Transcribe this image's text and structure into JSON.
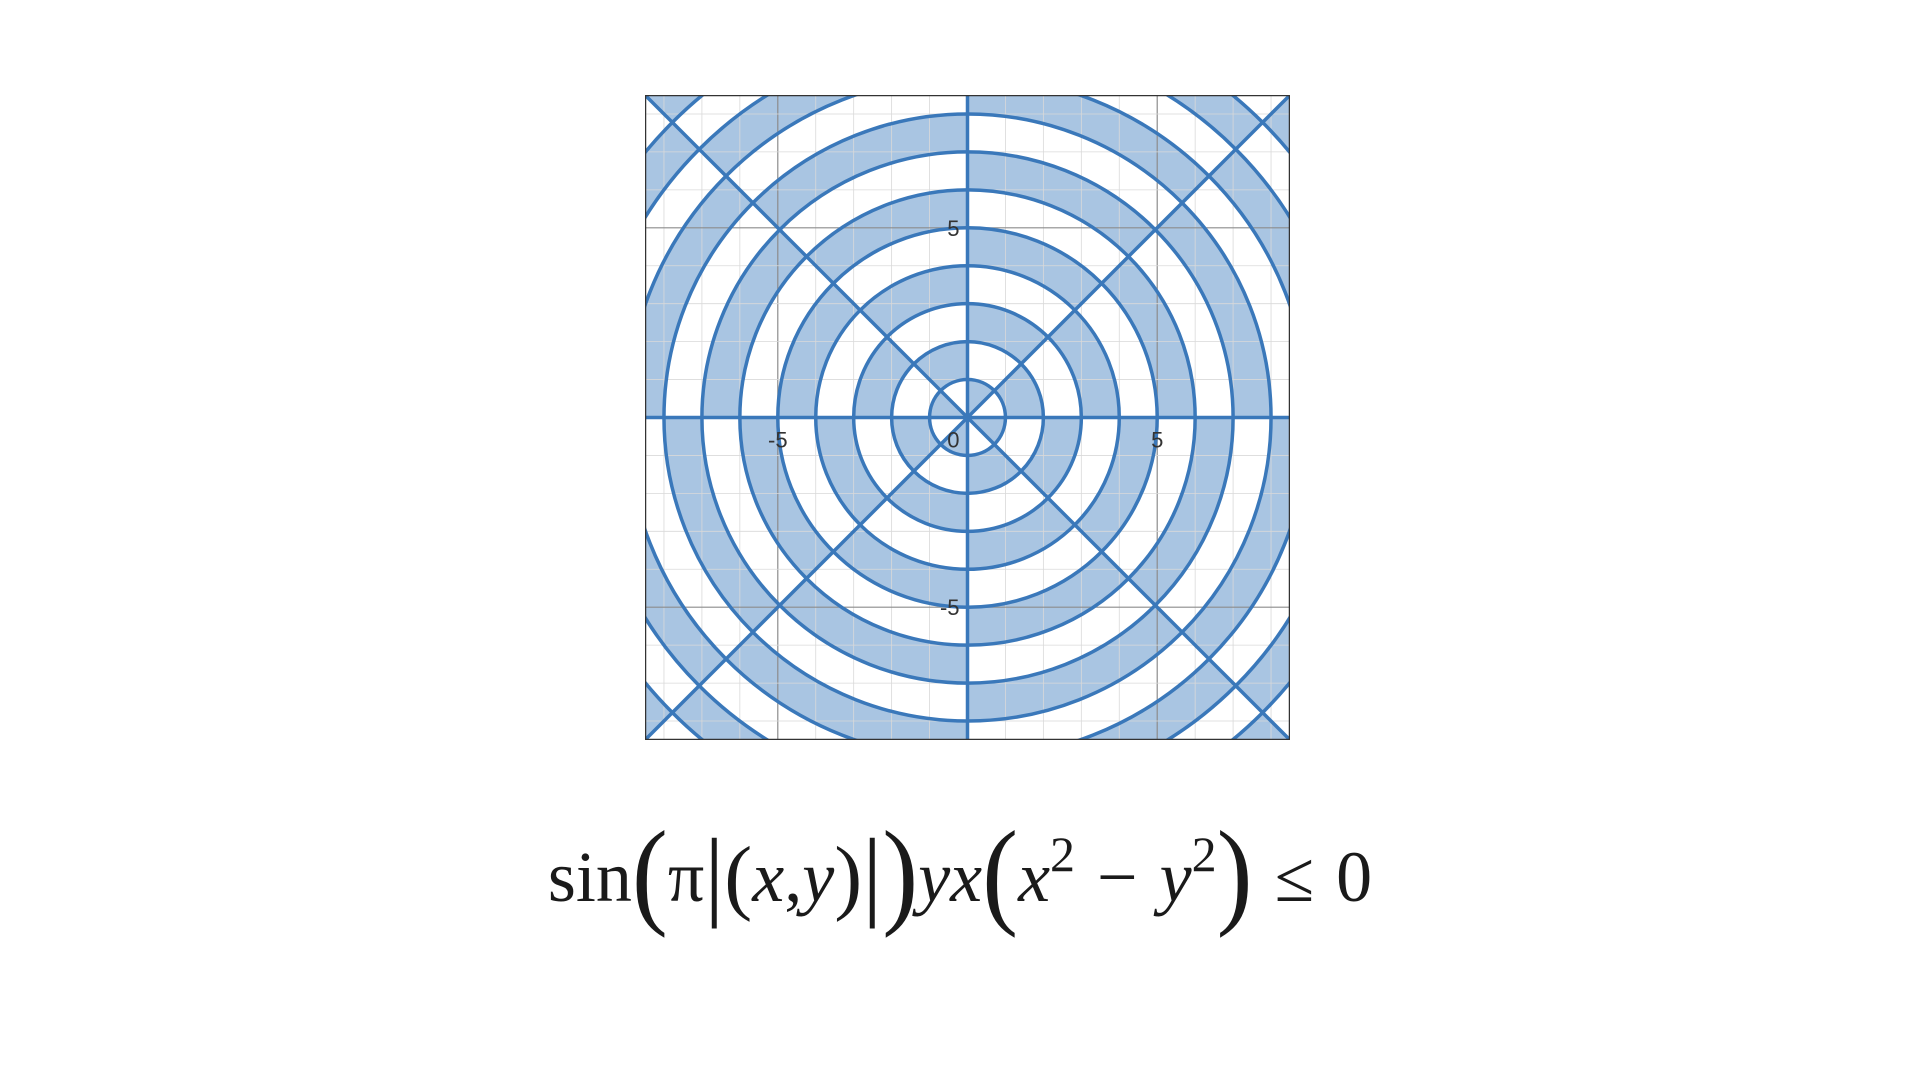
{
  "graph": {
    "xlim": [
      -8.5,
      8.5
    ],
    "ylim": [
      -8.5,
      8.5
    ],
    "tick_step": 5,
    "minor_step": 1,
    "x_tick_labels": [
      {
        "value": -5,
        "text": "-5"
      },
      {
        "value": 5,
        "text": "5"
      }
    ],
    "y_tick_labels": [
      {
        "value": 5,
        "text": "5"
      },
      {
        "value": -5,
        "text": "-5"
      }
    ],
    "origin_label": "0",
    "ring_radii": [
      1,
      2,
      3,
      4,
      5,
      6,
      7,
      8,
      9,
      10,
      11,
      12
    ],
    "region_rule": "sin(pi*r)*y*x*(x^2-y^2) <= 0",
    "colors": {
      "fill": "#a9c5e2",
      "curve": "#3a78ba",
      "minor_grid": "#d9d9d9",
      "major_grid": "#8c8c8c",
      "border": "#333333"
    }
  },
  "formula": {
    "fn": "sin",
    "open_big": "(",
    "pi": "π",
    "bar": "|",
    "open": "(",
    "x": "x",
    "comma": ",",
    "y": "y",
    "close": ")",
    "close_big": ")",
    "yx": "yx",
    "x2_base": "x",
    "exp": "2",
    "minus": "−",
    "y2_base": "y",
    "leq": "≤",
    "zero": "0"
  }
}
